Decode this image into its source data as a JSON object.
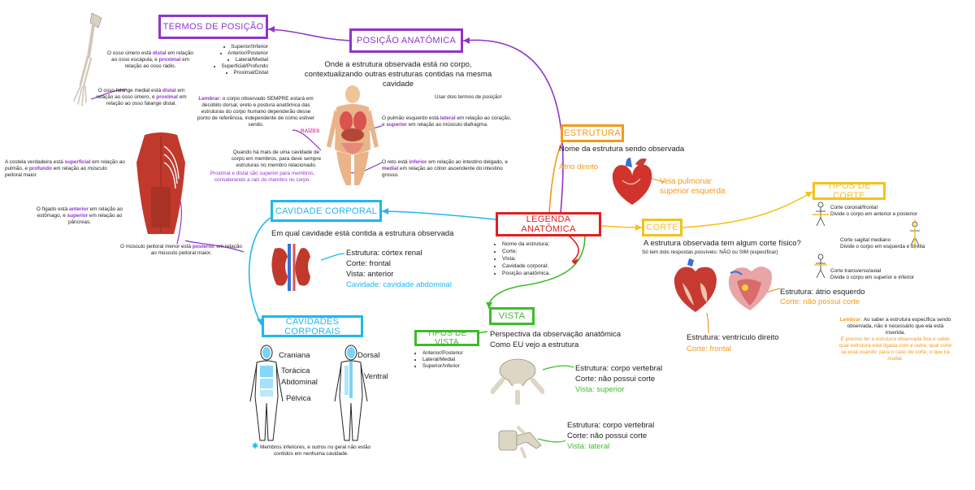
{
  "center": {
    "title": "LEGENDA ANATÔMICA",
    "items": [
      "Nome da estrutura;",
      "Corte;",
      "Vista;",
      "Cavidade corporal;",
      "Posição anatômica."
    ]
  },
  "posicao": {
    "title": "POSIÇÃO ANATÔMICA",
    "desc": "Onde a estrutura observada está no corpo, contextualizando outras estruturas contidas na mesma cavidade",
    "note": "Usar dois termos de posição!",
    "lembrar_prefix": "Lembrar:",
    "lembrar_text": "o corpo observado SEMPRE estará em decúbito dorsal, ereto e postura anatômica das estruturas do corpo humano dependerão desse ponto de referência, independente de como estiver sendo.",
    "raizes": "RAÍZES",
    "quando_text": "Quando há mais de uma cavidade de corpo em membros, para deve sempre estruturas no membro relacionado.",
    "proximal_note": "Proximal e distal são superior para membros, considerando a raiz do membro no corpo.",
    "ex_pulmao": {
      "pre": "O pulmão esquerdo está",
      "term": "lateral",
      "mid": "em relação ao coração, e",
      "term2": "superior",
      "post": "em relação ao músculo diafragma."
    },
    "ex_reto": {
      "pre": "O reto está",
      "term": "inferior",
      "mid": "em relação ao intestino delgado, e",
      "term2": "medial",
      "post": "em relação ao cólon ascendente do intestino grosso."
    }
  },
  "termos": {
    "title": "TERMOS DE POSIÇÃO",
    "items": [
      "Superior/Inferior",
      "Anterior/Posterior",
      "Lateral/Medial",
      "Superficial/Profundo",
      "Proximal/Distal"
    ],
    "ex_umero": {
      "pre": "O osso úmero está",
      "term": "distal",
      "mid": "em relação ao osso escápula, e",
      "term2": "proximal",
      "post": "em relação ao osso rádio."
    },
    "ex_falange": {
      "pre": "O osso falange medial está",
      "term": "distal",
      "mid": "em relação ao osso úmero, e",
      "term2": "proximal",
      "post": "em relação ao osso falange distal."
    },
    "ex_costela": {
      "pre": "A costela verdadeira está",
      "term": "superficial",
      "mid": "em relação ao pulmão, e",
      "term2": "profundo",
      "post": "em relação ao músculo peitoral maior."
    },
    "ex_figado": {
      "pre": "O fígado está",
      "term": "anterior",
      "mid": "em relação ao estômago, e",
      "term2": "superior",
      "post": "em relação ao pâncreas."
    },
    "ex_peitoral": {
      "pre": "O músculo peitoral menor está",
      "term": "posterior",
      "post": "em relação ao músculo peitoral maior."
    }
  },
  "estrutura": {
    "title": "ESTRUTURA",
    "desc": "Nome da estrutura sendo observada",
    "atrio": "Átrio direito",
    "veia": "Veia pulmonar superior esquerda"
  },
  "corte": {
    "title": "CORTE",
    "desc": "A estrutura observada tem algum corte físico?",
    "sub": "Só tem dois respostas possíveis: NÃO ou SIM (especificar)",
    "ex1_a": "Estrutura: átrio esquerdo",
    "ex1_b": "Corte: não possui corte",
    "ex2_a": "Estrutura: ventrículo direito",
    "ex2_b": "Corte: frontal",
    "lembrar_prefix": "Lembrar:",
    "lembrar_text": "Ao saber a estrutura específica sendo observada, não é necessário que ela está inserida.",
    "lembrar_text2": "É preciso ter a estrutura observada fixa e saber qual estrutura está ligada com a outra, qual corte se está usando; para o caso de corte, o que irá mudar."
  },
  "tipos_corte": {
    "title": "TIPOS DE CORTE",
    "items": [
      {
        "name": "Corte coronal/frontal",
        "desc": "Divide o corpo em anterior e posterior"
      },
      {
        "name": "Corte sagital mediano",
        "desc": "Divide o corpo em esquerda e direita"
      },
      {
        "name": "Corte transverso/axial",
        "desc": "Divide o corpo em superior e inferior"
      }
    ]
  },
  "cavidade": {
    "title": "CAVIDADE CORPORAL",
    "desc": "Em qual cavidade está contida a estrutura observada",
    "ex_a": "Estrutura: córtex renal",
    "ex_b": "Corte: frontal",
    "ex_c": "Vista: anterior",
    "ex_d": "Cavidade: cavidade abdominal"
  },
  "cavidades": {
    "title": "CAVIDADES CORPORAIS",
    "craniana": "Craniana",
    "toracica": "Torácica",
    "abdominal": "Abdominal",
    "pelvica": "Pélvica",
    "dorsal": "Dorsal",
    "ventral": "Ventral",
    "note": "Membros inferiores, e outros no geral não estão contidos em nenhuma cavidade."
  },
  "vista": {
    "title": "VISTA",
    "desc1": "Perspectiva da observação anatômica",
    "desc2": "Como EU vejo a estrutura",
    "ex1_a": "Estrutura: corpo vertebral",
    "ex1_b": "Corte: não possui corte",
    "ex1_c": "Vista: superior",
    "ex2_a": "Estrutura: corpo vertebral",
    "ex2_b": "Corte: não possui corte",
    "ex2_c": "Vista: lateral"
  },
  "tipos_vista": {
    "title": "TIPOS DE VISTA",
    "items": [
      "Anterior/Posterior",
      "Lateral/Medial",
      "Superior/Inferior"
    ]
  },
  "colors": {
    "red": "#e02020",
    "purple": "#8f35c9",
    "orange": "#f39a1a",
    "yellow": "#f4c21a",
    "blue": "#1fb7f0",
    "green": "#3dbc2a"
  }
}
